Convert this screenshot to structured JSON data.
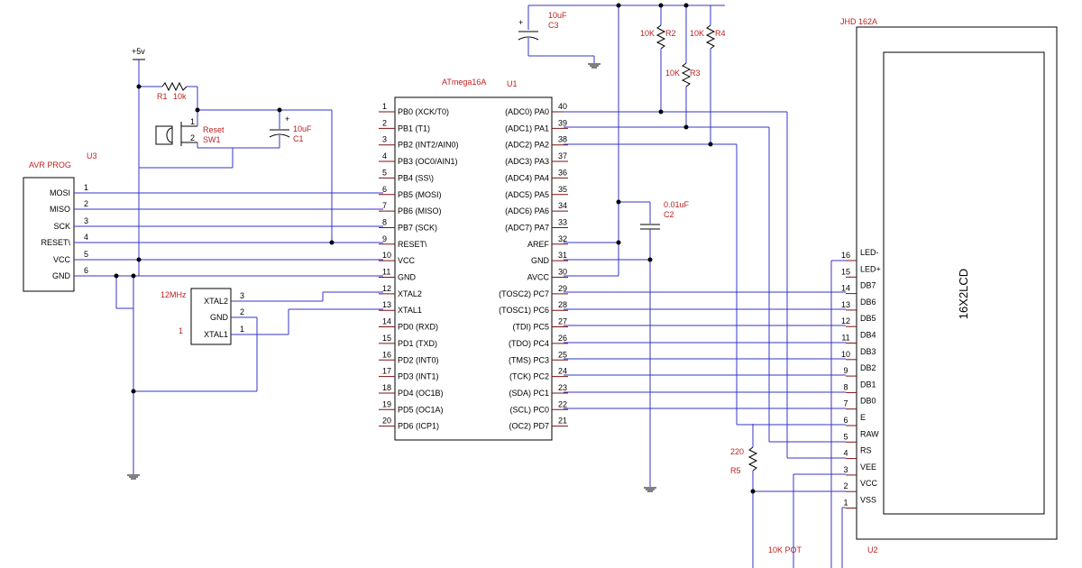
{
  "power": {
    "vcc_label": "+5v"
  },
  "r1": {
    "ref": "R1",
    "value": "10k"
  },
  "reset_switch": {
    "name": "Reset",
    "ref": "SW1",
    "pin1": "1",
    "pin2": "2"
  },
  "c1": {
    "value": "10uF",
    "ref": "C1"
  },
  "c3": {
    "value": "10uF",
    "ref": "C3"
  },
  "c2": {
    "value": "0.01uF",
    "ref": "C2"
  },
  "pullups": [
    {
      "value": "10K",
      "ref": "R2"
    },
    {
      "value": "10K",
      "ref": "R3"
    },
    {
      "value": "10K",
      "ref": "R4"
    }
  ],
  "r5": {
    "value": "220",
    "ref": "R5"
  },
  "pot": {
    "label": "10K POT"
  },
  "avr_prog": {
    "title": "AVR PROG",
    "ref": "U3",
    "pins": [
      {
        "num": "1",
        "name": "MOSI"
      },
      {
        "num": "2",
        "name": "MISO"
      },
      {
        "num": "3",
        "name": "SCK"
      },
      {
        "num": "4",
        "name": "RESET\\"
      },
      {
        "num": "5",
        "name": "VCC"
      },
      {
        "num": "6",
        "name": "GND"
      }
    ]
  },
  "crystal": {
    "freq": "12MHz",
    "ref": "1",
    "pins": [
      {
        "num": "3",
        "name": "XTAL2"
      },
      {
        "num": "2",
        "name": "GND"
      },
      {
        "num": "1",
        "name": "XTAL1"
      }
    ]
  },
  "mcu": {
    "title": "ATmega16A",
    "ref": "U1",
    "left_pins": [
      {
        "num": "1",
        "name": "PB0 (XCK/T0)"
      },
      {
        "num": "2",
        "name": "PB1 (T1)"
      },
      {
        "num": "3",
        "name": "PB2 (INT2/AIN0)"
      },
      {
        "num": "4",
        "name": "PB3 (OC0/AIN1)"
      },
      {
        "num": "5",
        "name": "PB4 (SS\\)"
      },
      {
        "num": "6",
        "name": "PB5 (MOSI)"
      },
      {
        "num": "7",
        "name": "PB6 (MISO)"
      },
      {
        "num": "8",
        "name": "PB7 (SCK)"
      },
      {
        "num": "9",
        "name": "RESET\\"
      },
      {
        "num": "10",
        "name": "VCC"
      },
      {
        "num": "11",
        "name": "GND"
      },
      {
        "num": "12",
        "name": "XTAL2"
      },
      {
        "num": "13",
        "name": "XTAL1"
      },
      {
        "num": "14",
        "name": "PD0 (RXD)"
      },
      {
        "num": "15",
        "name": "PD1 (TXD)"
      },
      {
        "num": "16",
        "name": "PD2 (INT0)"
      },
      {
        "num": "17",
        "name": "PD3 (INT1)"
      },
      {
        "num": "18",
        "name": "PD4 (OC1B)"
      },
      {
        "num": "19",
        "name": "PD5 (OC1A)"
      },
      {
        "num": "20",
        "name": "PD6 (ICP1)"
      }
    ],
    "right_pins": [
      {
        "num": "40",
        "name": "(ADC0) PA0"
      },
      {
        "num": "39",
        "name": "(ADC1) PA1"
      },
      {
        "num": "38",
        "name": "(ADC2) PA2"
      },
      {
        "num": "37",
        "name": "(ADC3) PA3"
      },
      {
        "num": "36",
        "name": "(ADC4) PA4"
      },
      {
        "num": "35",
        "name": "(ADC5) PA5"
      },
      {
        "num": "34",
        "name": "(ADC6) PA6"
      },
      {
        "num": "33",
        "name": "(ADC7) PA7"
      },
      {
        "num": "32",
        "name": "AREF"
      },
      {
        "num": "31",
        "name": "GND"
      },
      {
        "num": "30",
        "name": "AVCC"
      },
      {
        "num": "29",
        "name": "(TOSC2) PC7"
      },
      {
        "num": "28",
        "name": "(TOSC1) PC6"
      },
      {
        "num": "27",
        "name": "(TDI) PC5"
      },
      {
        "num": "26",
        "name": "(TDO) PC4"
      },
      {
        "num": "25",
        "name": "(TMS) PC3"
      },
      {
        "num": "24",
        "name": "(TCK) PC2"
      },
      {
        "num": "23",
        "name": "(SDA) PC1"
      },
      {
        "num": "22",
        "name": "(SCL) PC0"
      },
      {
        "num": "21",
        "name": "(OC2) PD7"
      }
    ]
  },
  "lcd": {
    "title": "JHD 162A",
    "ref": "U2",
    "part": "16X2LCD",
    "pins": [
      {
        "num": "16",
        "name": "LED-"
      },
      {
        "num": "15",
        "name": "LED+"
      },
      {
        "num": "14",
        "name": "DB7"
      },
      {
        "num": "13",
        "name": "DB6"
      },
      {
        "num": "12",
        "name": "DB5"
      },
      {
        "num": "11",
        "name": "DB4"
      },
      {
        "num": "10",
        "name": "DB3"
      },
      {
        "num": "9",
        "name": "DB2"
      },
      {
        "num": "8",
        "name": "DB1"
      },
      {
        "num": "7",
        "name": "DB0"
      },
      {
        "num": "6",
        "name": "E"
      },
      {
        "num": "5",
        "name": "RAW"
      },
      {
        "num": "4",
        "name": "RS"
      },
      {
        "num": "3",
        "name": "VEE"
      },
      {
        "num": "2",
        "name": "VCC"
      },
      {
        "num": "1",
        "name": "VSS"
      }
    ]
  }
}
